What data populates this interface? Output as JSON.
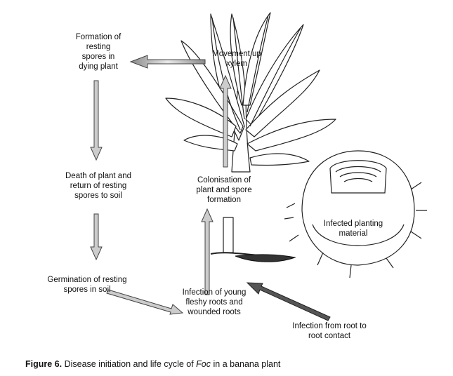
{
  "labels": {
    "resting_spores": "Formation of\nresting\nspores in\ndying plant",
    "movement_xylem": "Movement up\nxylem",
    "death_plant": "Death of plant and\nreturn of resting\nspores to soil",
    "colonisation": "Colonisation of\nplant and spore\nformation",
    "infected_material": "Infected planting\nmaterial",
    "germination": "Germination of resting\nspores in soil",
    "infection_young": "Infection of young\nfleshy roots and\nwounded roots",
    "infection_root": "Infection from root to\nroot contact"
  },
  "caption": {
    "bold": "Figure 6.",
    "pre": " Disease initiation and life cycle of ",
    "italic": "Foc",
    "post": " in a banana plant"
  }
}
